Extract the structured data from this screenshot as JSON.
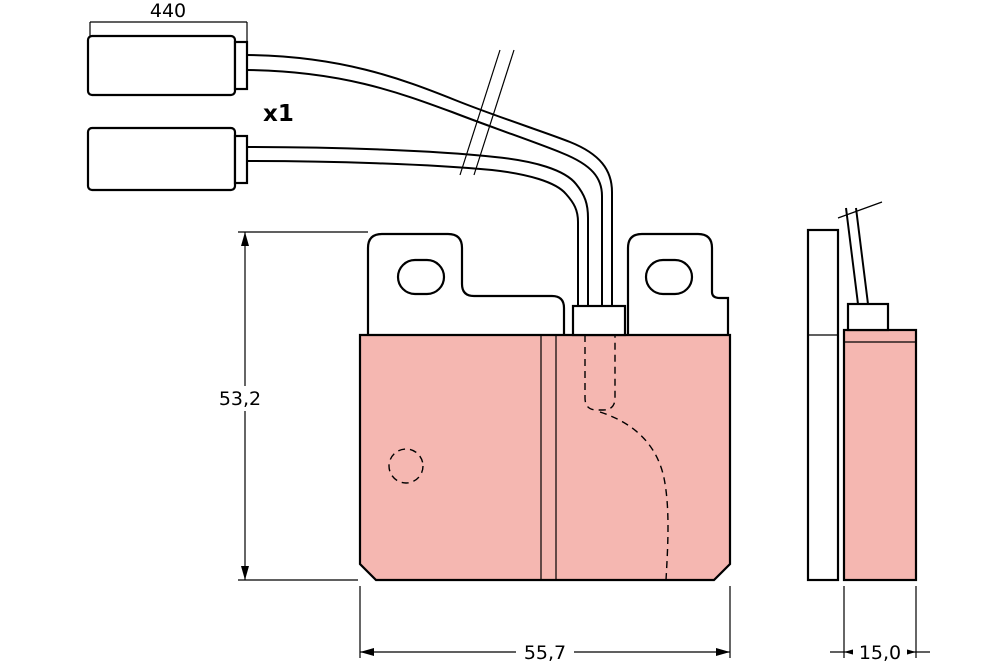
{
  "drawing": {
    "title_note": "",
    "dimensions": {
      "wire_length_label": "440",
      "quantity_label": "x1",
      "pad_height_label": "53,2",
      "pad_width_label": "55,7",
      "pad_thickness_label": "15,0"
    }
  },
  "colors": {
    "friction_pad": "#f5b7b1",
    "line": "#000000",
    "background": "#ffffff"
  }
}
